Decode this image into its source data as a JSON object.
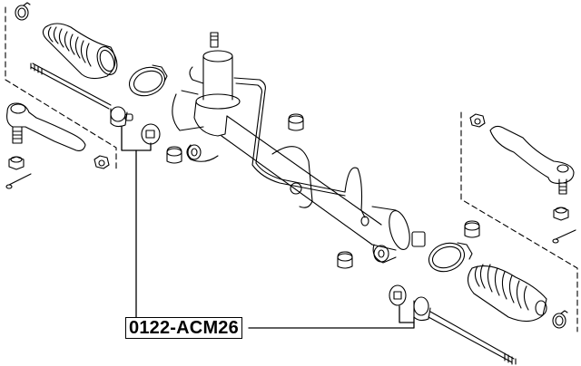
{
  "diagram": {
    "type": "exploded-parts-diagram",
    "subject": "steering rack assembly",
    "part_label": "0122-ACM26",
    "components": [
      "clamp-small-left",
      "rack-boot-left",
      "boot-clamp-left",
      "tie-rod-inner-left",
      "tie-rod-end-left",
      "castle-nut-left",
      "cotter-pin-left",
      "lock-nut-left",
      "lock-washer-left",
      "power-steering-gear-housing",
      "control-valve",
      "hydraulic-lines",
      "mount-bushings",
      "tie-rod-end-right",
      "castle-nut-right",
      "cotter-pin-right",
      "lock-nut-right",
      "boot-clamp-right",
      "rack-boot-right",
      "clamp-small-right",
      "tie-rod-inner-right",
      "lock-washer-right"
    ],
    "colors": {
      "line": "#000000",
      "background": "#ffffff"
    }
  }
}
